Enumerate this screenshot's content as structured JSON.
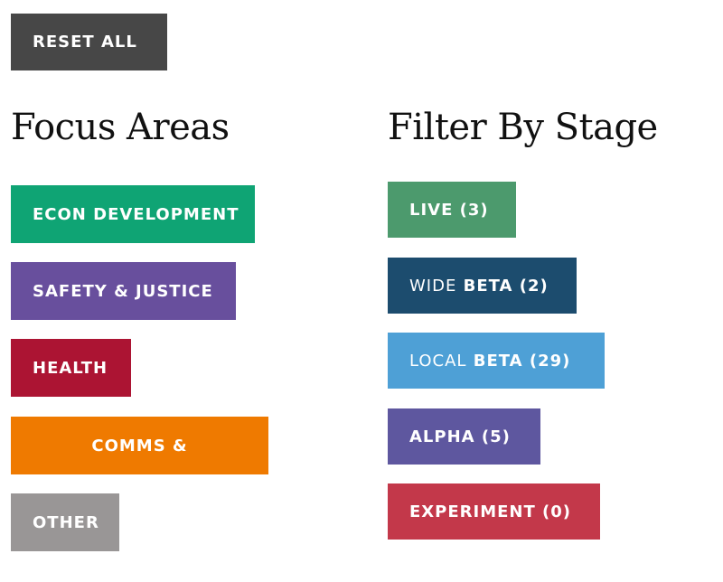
{
  "reset_label": "RESET ALL",
  "focus": {
    "title": "Focus Areas",
    "items": [
      {
        "label": "ECON DEVELOPMENT",
        "color": "#0fa474"
      },
      {
        "label": "SAFETY & JUSTICE",
        "color": "#684f9d"
      },
      {
        "label": "HEALTH",
        "color": "#ac1433"
      },
      {
        "label": "COMMS &",
        "color": "#ef7a00"
      },
      {
        "label": "OTHER",
        "color": "#999696"
      }
    ]
  },
  "stage": {
    "title": "Filter By Stage",
    "items": [
      {
        "label": "LIVE (3)",
        "color": "#4c9a6d"
      },
      {
        "prefix": "WIDE",
        "label": "BETA (2)",
        "color": "#1c4c6e"
      },
      {
        "prefix": "LOCAL",
        "label": "BETA (29)",
        "color": "#4ea0d6"
      },
      {
        "label": "ALPHA (5)",
        "color": "#5e579f"
      },
      {
        "label": "EXPERIMENT (0)",
        "color": "#c3384a"
      }
    ]
  },
  "colors": {
    "reset": "#474747",
    "heading": "#111111",
    "background": "#ffffff"
  }
}
